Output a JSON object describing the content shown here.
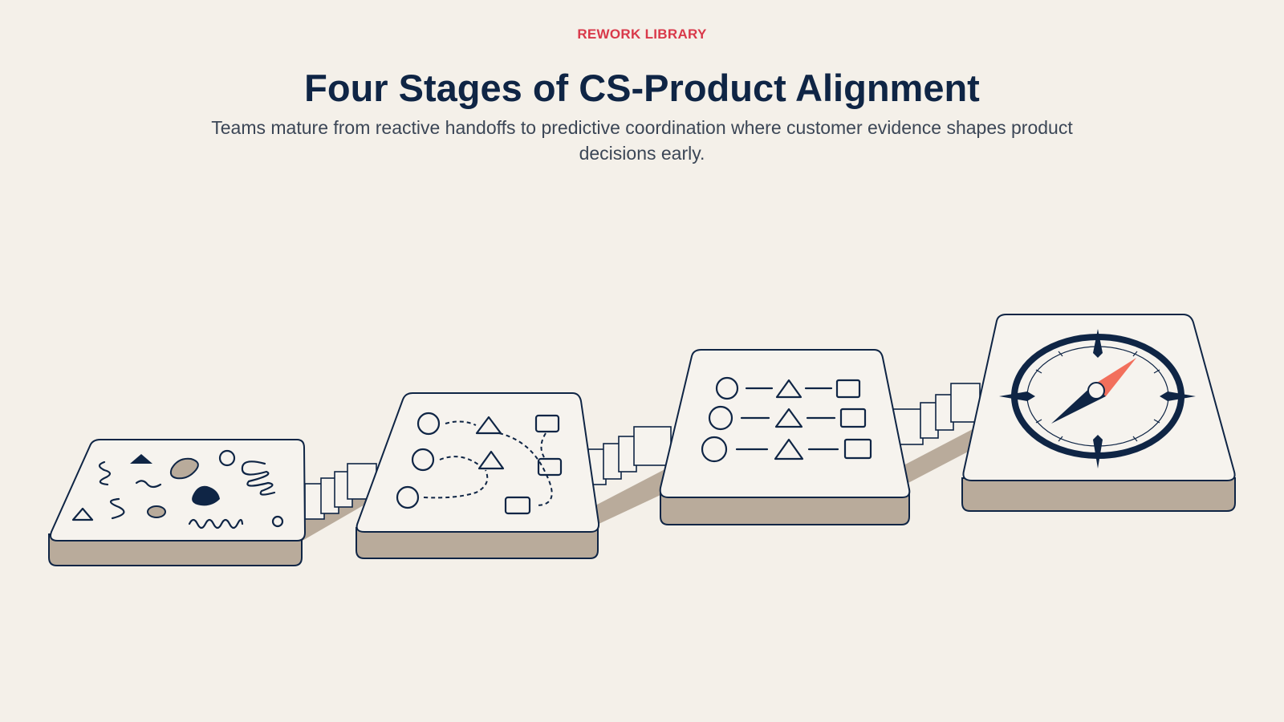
{
  "header": {
    "eyebrow": "REWORK LIBRARY",
    "title": "Four Stages of CS-Product Alignment",
    "subtitle": "Teams mature from reactive handoffs to predictive coordination where customer evidence shapes product decisions early."
  },
  "stages": [
    {
      "icon": "scattered-shapes-icon"
    },
    {
      "icon": "dashed-paths-icon"
    },
    {
      "icon": "aligned-rows-icon"
    },
    {
      "icon": "compass-icon"
    }
  ],
  "colors": {
    "background": "#f4f0e9",
    "accent": "#d9394a",
    "navy": "#0f2545",
    "platform_top": "#f6f3ee",
    "platform_side": "#b9ab9b",
    "compass_needle": "#f26f5c"
  }
}
